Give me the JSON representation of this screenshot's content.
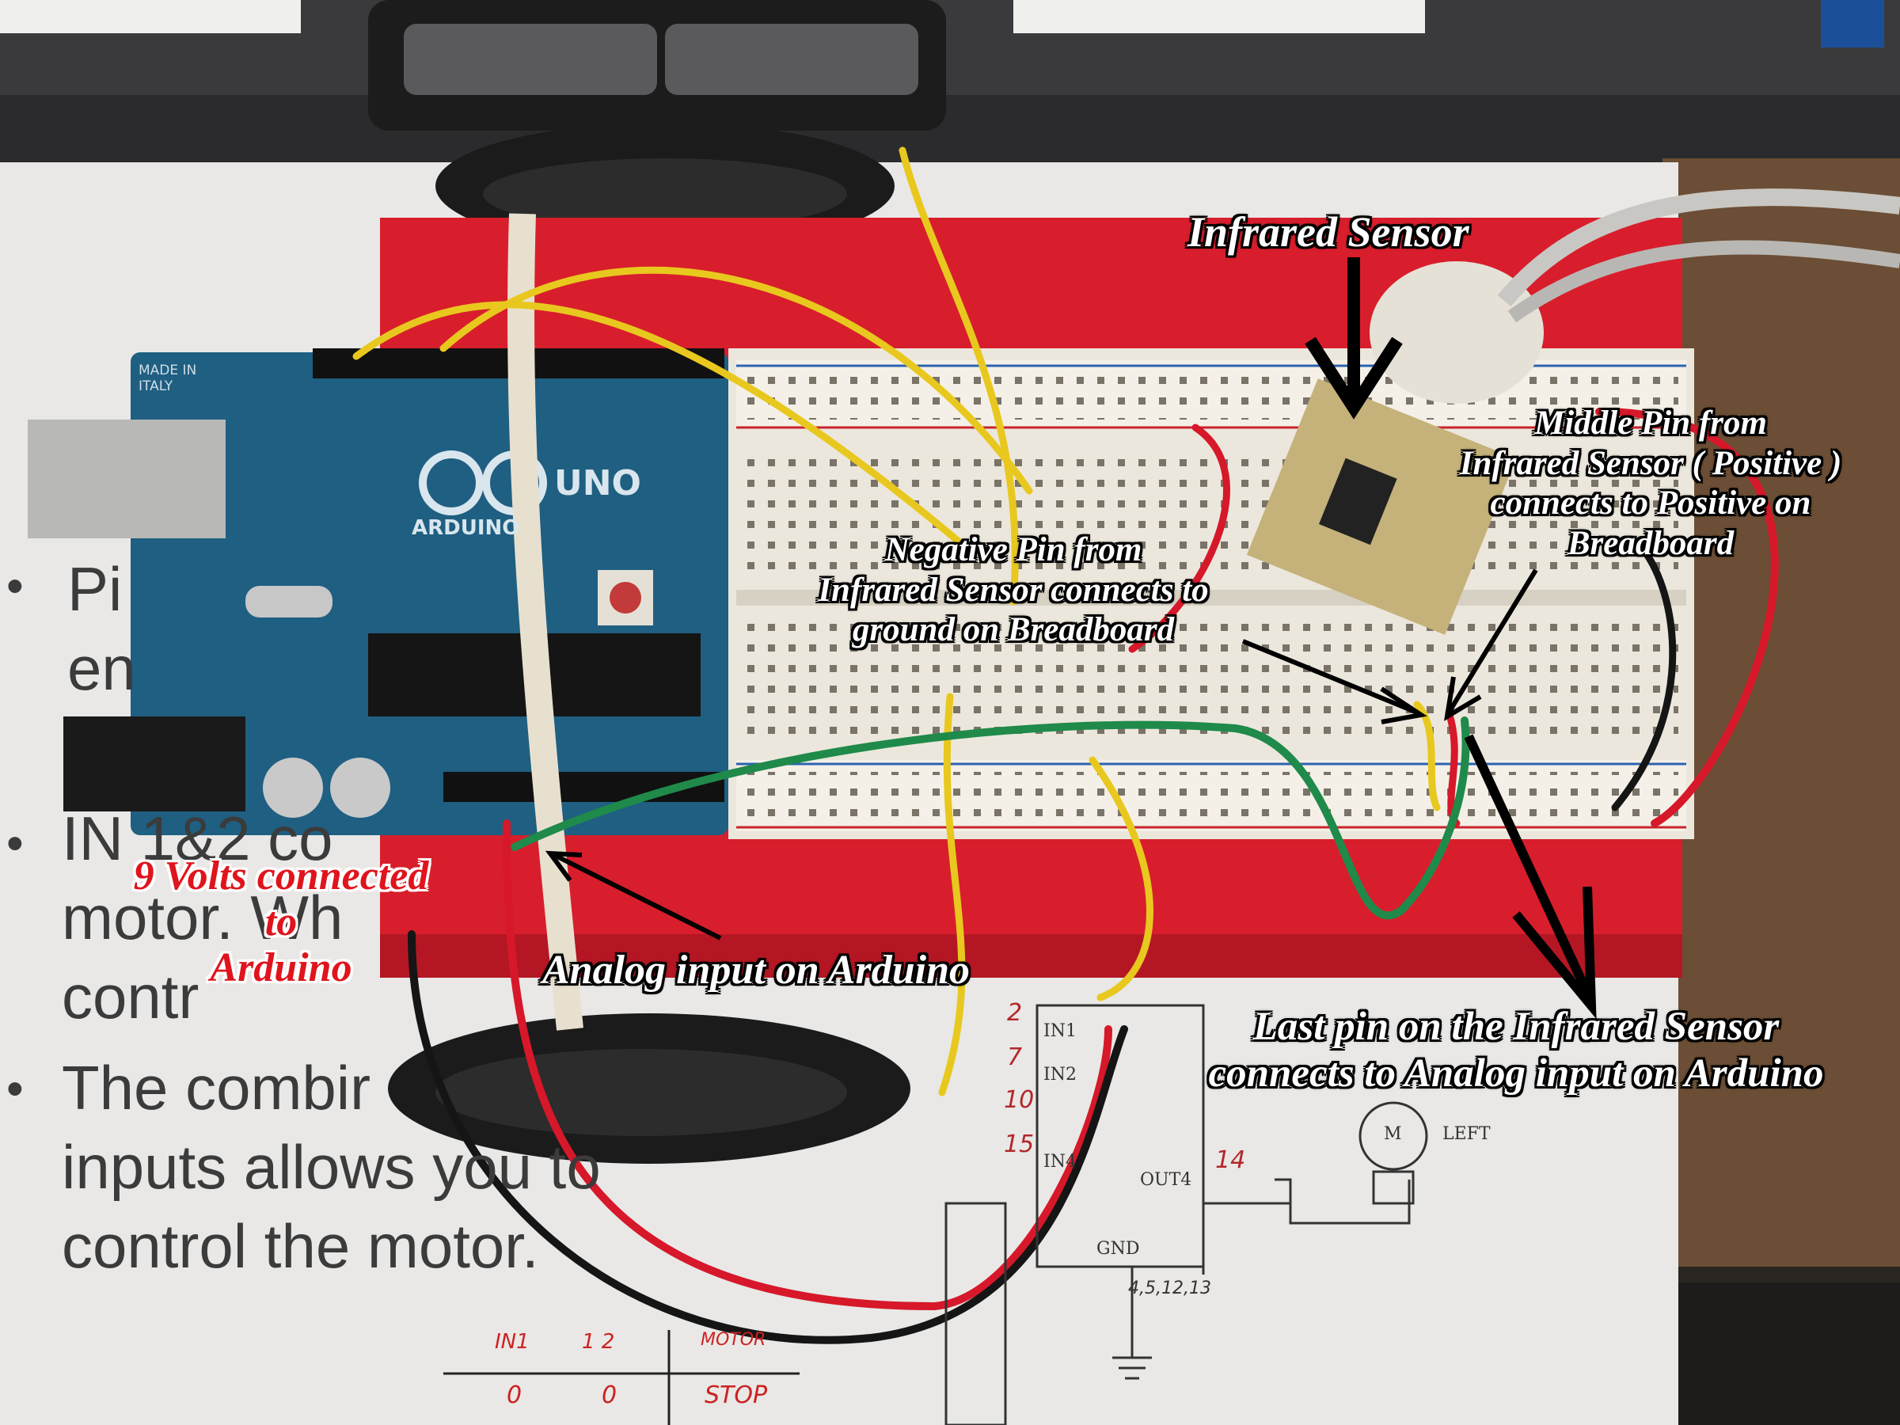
{
  "annotations": {
    "infrared_sensor": "Infrared Sensor",
    "middle_pin": [
      "Middle Pin from",
      "Infrared Sensor ( Positive )",
      "connects to Positive on",
      "Breadboard"
    ],
    "negative_pin": [
      "Negative Pin from",
      "Infrared Sensor connects to",
      "ground on Breadboard"
    ],
    "volts": [
      "9 Volts connected",
      "to",
      "Arduino"
    ],
    "analog_input": "Analog input on Arduino",
    "last_pin": [
      "Last pin on the Infrared Sensor",
      "connects to Analog input on Arduino"
    ]
  },
  "slide_text": {
    "bullet_1": "Pi",
    "bullet_1_cont": "en",
    "bullet_2": "IN 1&2 co",
    "bullet_2_cont": "motor. Wh",
    "bullet_2_cont2": "contr",
    "bullet_3": "The combir",
    "bullet_3_cont": "inputs allows you to",
    "bullet_3_cont2": "control the motor."
  },
  "board_labels": {
    "made_in": "MADE IN ITALY",
    "uno": "UNO",
    "arduino": "ARDUINO"
  },
  "schematic": {
    "in1": "IN1",
    "in2": "IN2",
    "in4": "IN4",
    "out4": "OUT4",
    "gnd": "GND",
    "m": "M",
    "left": "LEFT",
    "pin_2": "2",
    "pin_7": "7",
    "pin_10": "10",
    "pin_15": "15",
    "pin_14": "14",
    "gnd_pins": "4,5,12,13"
  },
  "table": {
    "col_in1": "IN1",
    "col_in2": "1 2",
    "col_motor": "MOTOR",
    "row_0a": "0",
    "row_0b": "0",
    "row_stop": "STOP"
  },
  "colors": {
    "chassis": "#d81e2c",
    "breadboard": "#ece7dc",
    "arduino": "#1f5f82",
    "wire_yellow": "#e8c81e",
    "wire_red": "#d6182a",
    "wire_green": "#1f8a4a",
    "annotation_fill": "#ffffff",
    "annotation_red": "#e0141c"
  }
}
